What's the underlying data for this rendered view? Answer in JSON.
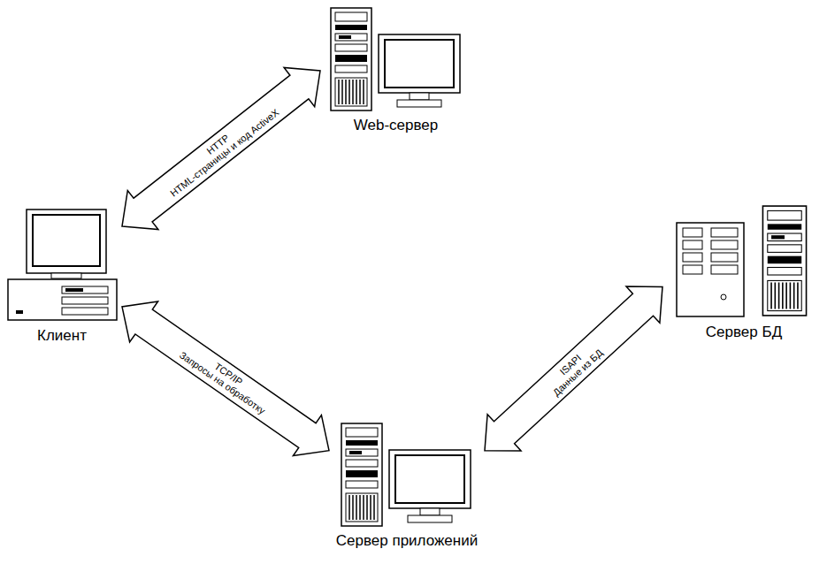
{
  "diagram": {
    "nodes": [
      {
        "text": [
          "Web-сервер"
        ]
      },
      {
        "text": [
          "Клиент"
        ]
      },
      {
        "text": [
          "Сервер БД"
        ]
      },
      {
        "text": [
          "Сервер приложений"
        ]
      }
    ],
    "edges": [
      {
        "from": 1,
        "to": 0,
        "label": "HTTP",
        "arrow": "both"
      },
      {
        "from": 1,
        "to": 3,
        "label": "TCP/IP",
        "arrow": "both"
      },
      {
        "from": 3,
        "to": 2,
        "label": "ISAPI",
        "arrow": "both"
      }
    ],
    "labels": [
      "HTML-страницы и код ActiveX",
      "Запросы на обработку",
      "Данные из БД"
    ]
  }
}
